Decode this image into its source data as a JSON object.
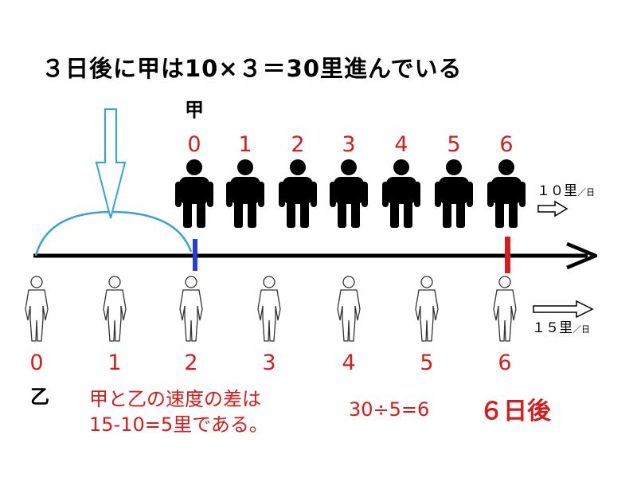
{
  "headline": "３日後に甲は10×３＝30里進んでいる",
  "kou": {
    "label": "甲",
    "days": [
      "0",
      "1",
      "2",
      "3",
      "4",
      "5",
      "6"
    ],
    "speed_value": "１０里",
    "speed_unit": "／日"
  },
  "otsu": {
    "label": "乙",
    "days": [
      "0",
      "1",
      "2",
      "3",
      "4",
      "5",
      "6"
    ],
    "speed_value": "１５里",
    "speed_unit": "／日"
  },
  "note": {
    "line1": "甲と乙の速度の差は",
    "line2": "15-10=5里である。"
  },
  "calc": "30÷5=6",
  "result": "６日後",
  "colors": {
    "red": "#d81b1b",
    "blue_marker": "#2b3cc8",
    "brace": "#3aa0d8",
    "arrow": "#2aa8d8",
    "black": "#000000"
  }
}
